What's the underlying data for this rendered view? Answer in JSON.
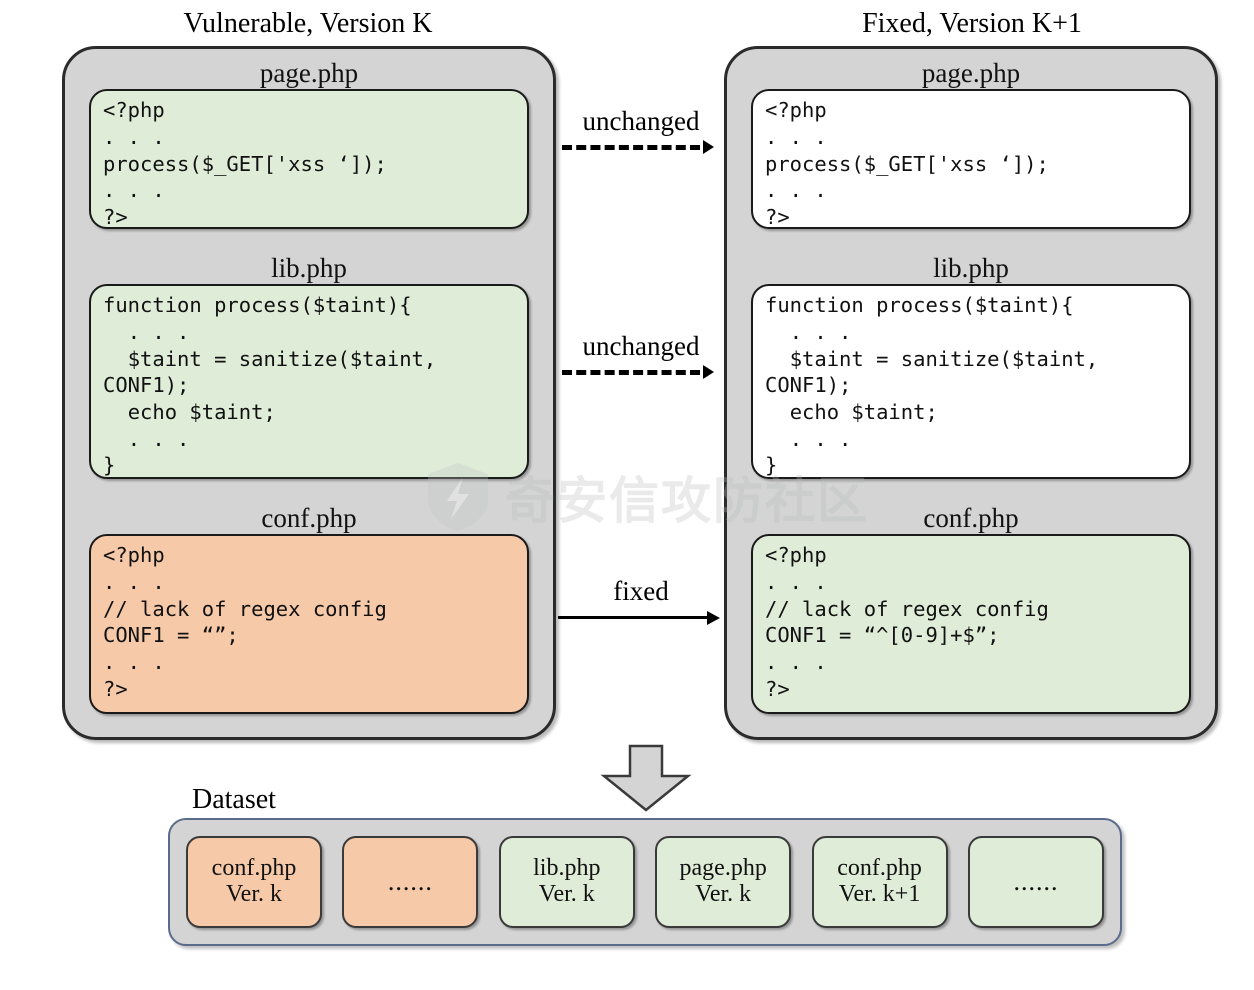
{
  "columns": {
    "left_title": "Vulnerable, Version K",
    "right_title": "Fixed, Version K+1"
  },
  "left_panel": {
    "page": {
      "label": "page.php",
      "code": "<?php\n. . .\nprocess($_GET['xss ‘]);\n. . .\n?>",
      "fill": "#dfecd8"
    },
    "lib": {
      "label": "lib.php",
      "code": "function process($taint){\n  . . .\n  $taint = sanitize($taint, CONF1);\n  echo $taint;\n  . . .\n}",
      "fill": "#dfecd8"
    },
    "conf": {
      "label": "conf.php",
      "code": "<?php\n. . .\n// lack of regex config\nCONF1 = “”;\n. . .\n?>",
      "fill": "#f6c9a9"
    }
  },
  "right_panel": {
    "page": {
      "label": "page.php",
      "code": "<?php\n. . .\nprocess($_GET['xss ‘]);\n. . .\n?>",
      "fill": "#ffffff"
    },
    "lib": {
      "label": "lib.php",
      "code": "function process($taint){\n  . . .\n  $taint = sanitize($taint, CONF1);\n  echo $taint;\n  . . .\n}",
      "fill": "#ffffff"
    },
    "conf": {
      "label": "conf.php",
      "code": "<?php\n. . .\n// lack of regex config\nCONF1 = “^[0-9]+$”;\n. . .\n?>",
      "fill": "#dfecd8"
    }
  },
  "connectors": {
    "page_link": "unchanged",
    "lib_link": "unchanged",
    "conf_link": "fixed"
  },
  "dataset": {
    "title": "Dataset",
    "cards": [
      {
        "name": "conf.php",
        "version": "Ver. k",
        "fill": "#f6c9a9",
        "dots": false
      },
      {
        "name": "......",
        "version": "",
        "fill": "#f6c9a9",
        "dots": true
      },
      {
        "name": "lib.php",
        "version": "Ver. k",
        "fill": "#dfecd8",
        "dots": false
      },
      {
        "name": "page.php",
        "version": "Ver. k",
        "fill": "#dfecd8",
        "dots": false
      },
      {
        "name": "conf.php",
        "version": "Ver. k+1",
        "fill": "#dfecd8",
        "dots": false
      },
      {
        "name": "......",
        "version": "",
        "fill": "#dfecd8",
        "dots": true
      }
    ]
  },
  "watermark": {
    "text": "奇安信攻防社区"
  },
  "colors": {
    "vulnerable_fill": "#f6c9a9",
    "fixed_fill": "#dfecd8",
    "panel_fill": "#d4d4d4",
    "dataset_border": "#5b6b8c"
  }
}
